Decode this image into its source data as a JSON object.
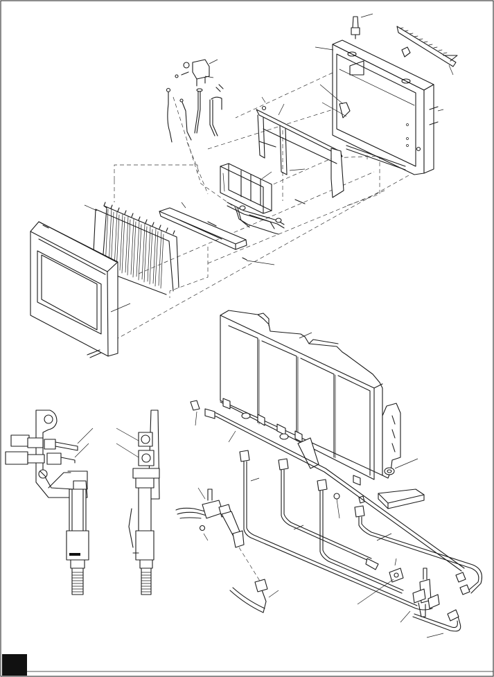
{
  "page": {
    "page_number": "",
    "frame_color": "#1a1a1a",
    "background": "#ffffff"
  },
  "figures": [
    {
      "name": "heater-exploded-view"
    },
    {
      "name": "burner-manifold-assembly"
    },
    {
      "name": "pilot-assembly-front-view"
    },
    {
      "name": "pilot-assembly-side-view"
    }
  ]
}
